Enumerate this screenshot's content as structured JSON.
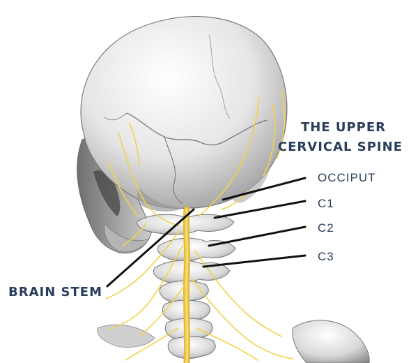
{
  "title": {
    "line1": "THE UPPER",
    "line2": "CERVICAL SPINE"
  },
  "labels": {
    "occiput": "OCCIPUT",
    "c1": "C1",
    "c2": "C2",
    "c3": "C3",
    "brain_stem": "BRAIN STEM"
  },
  "colors": {
    "text": "#2a3e5c",
    "leader_line": "#111111",
    "bone": "#d9d9d9",
    "bone_shadow": "#8f8f8f",
    "nerve": "#f0d34a",
    "spinal_cord": "#e2b93a"
  }
}
